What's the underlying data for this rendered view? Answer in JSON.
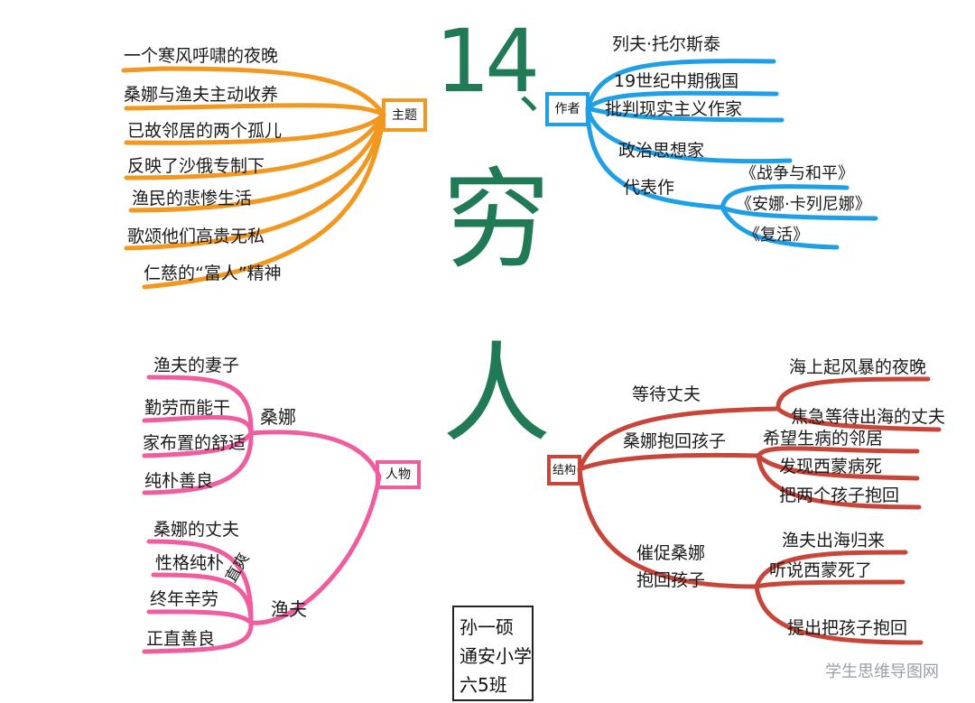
{
  "title": {
    "number": "14",
    "sep": "、",
    "char1": "穷",
    "char2": "人"
  },
  "branches": {
    "theme": {
      "label": "主题",
      "items": [
        "一个寒风呼啸的夜晚",
        "桑娜与渔夫主动收养",
        "已故邻居的两个孤儿",
        "反映了沙俄专制下",
        "渔民的悲惨生活",
        "歌颂他们高贵无私",
        "仁慈的“富人”精神"
      ]
    },
    "author": {
      "label": "作者",
      "items": [
        "列夫·托尔斯泰",
        "19世纪中期俄国",
        "批判现实主义作家",
        "政治思想家",
        "代表作"
      ],
      "works": [
        "《战争与和平》",
        "《安娜·卡列尼娜》",
        "《复活》"
      ]
    },
    "characters": {
      "label": "人物",
      "sangna": {
        "label": "桑娜",
        "items": [
          "渔夫的妻子",
          "勤劳而能干",
          "家布置的舒适",
          "纯朴善良"
        ]
      },
      "fisherman": {
        "label": "渔夫",
        "items": [
          "桑娜的丈夫",
          "性格纯朴",
          "终年辛劳",
          "正直善良"
        ],
        "note": "直爽"
      }
    },
    "structure": {
      "label": "结构",
      "groups": [
        {
          "label": "等待丈夫",
          "items": [
            "海上起风暴的夜晚",
            "焦急等待出海的丈夫"
          ]
        },
        {
          "label": "桑娜抱回孩子",
          "items": [
            "希望生病的邻居",
            "发现西蒙病死",
            "把两个孩子抱回"
          ]
        },
        {
          "label": "催促桑娜抱回孩子",
          "items": [
            "渔夫出海归来",
            "听说西蒙死了",
            "提出把孩子抱回"
          ]
        }
      ]
    }
  },
  "credit": {
    "name": "孙一硕",
    "school": "通安小学",
    "class": "六5班"
  },
  "watermark": "学生思维导图网",
  "colors": {
    "theme": "#f2971f",
    "author": "#1fa0e6",
    "characters": "#ef5d9f",
    "structure": "#c8453a",
    "title": "#1f7a55"
  }
}
